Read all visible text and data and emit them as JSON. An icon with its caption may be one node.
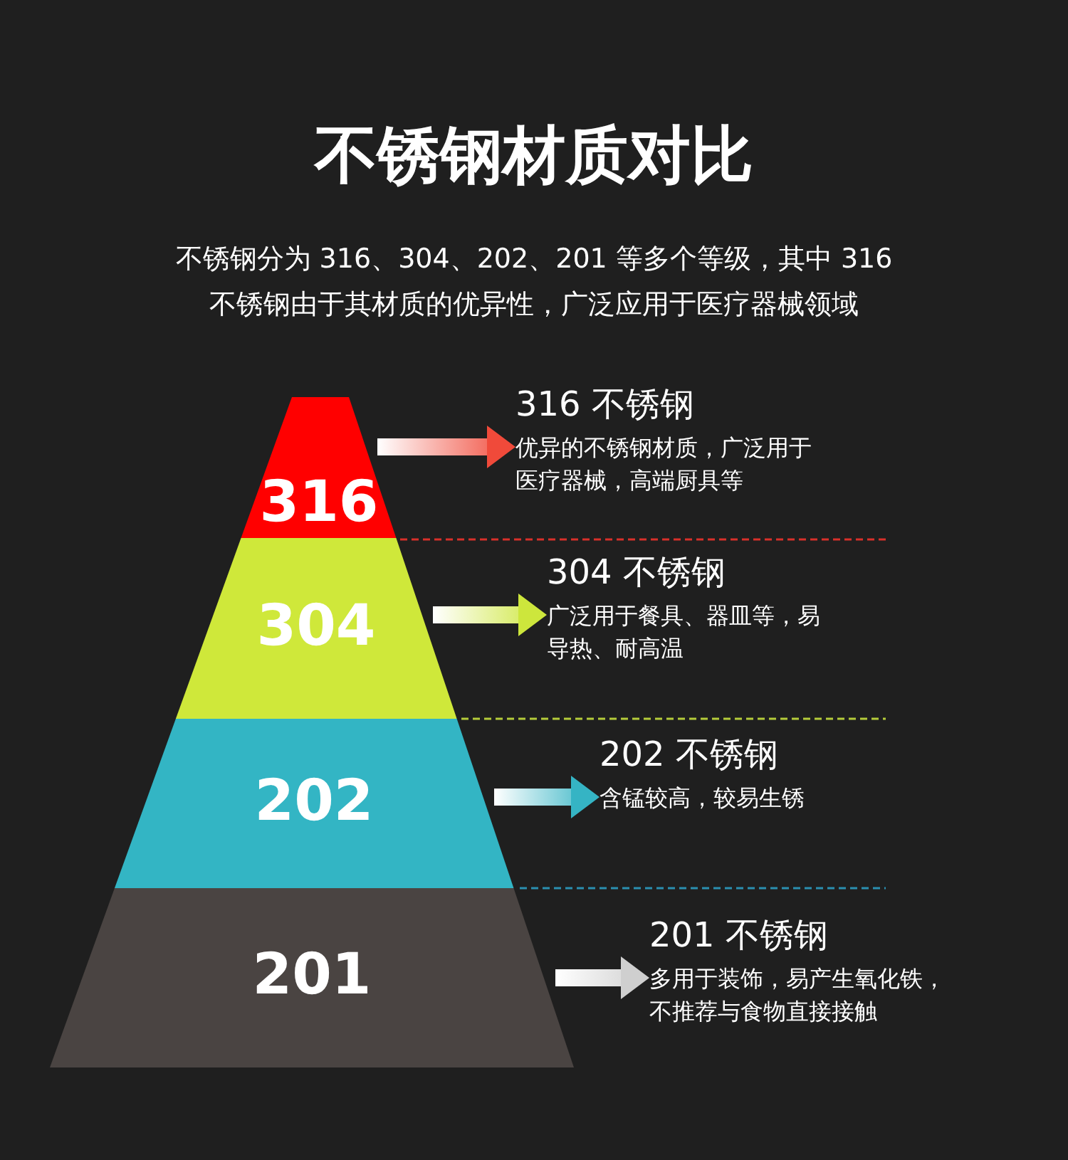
{
  "diagram": {
    "title": "不锈钢材质对比",
    "nodes": [
      {
        "text": [
          "316"
        ]
      },
      {
        "text": [
          "304"
        ]
      },
      {
        "text": [
          "202"
        ]
      },
      {
        "text": [
          "201"
        ]
      },
      {
        "text": [
          "316 不锈钢",
          "优异的不锈钢材质，广泛用于医疗器械，高端厨具等"
        ]
      },
      {
        "text": [
          "304 不锈钢",
          "广泛用于餐具、器皿等，易导热、耐高温"
        ]
      },
      {
        "text": [
          "202 不锈钢",
          "含锰较高，较易生锈"
        ]
      },
      {
        "text": [
          "201 不锈钢",
          "多用于装饰，易产生氧化铁，不推荐与食物直接接触"
        ]
      }
    ],
    "edges": [
      {
        "from": 0,
        "to": 4,
        "arrow": "to",
        "color": "#f04a3a"
      },
      {
        "from": 1,
        "to": 5,
        "arrow": "to",
        "color": "#cde63c"
      },
      {
        "from": 2,
        "to": 6,
        "arrow": "to",
        "color": "#35b4c4"
      },
      {
        "from": 3,
        "to": 7,
        "arrow": "to",
        "color": "#cfcfcf"
      }
    ],
    "labels": [
      "不锈钢分为 316、304、202、201 等多个等级，其中 316不锈钢由于其材质的优异性，广泛应用于医疗器械领域"
    ]
  }
}
